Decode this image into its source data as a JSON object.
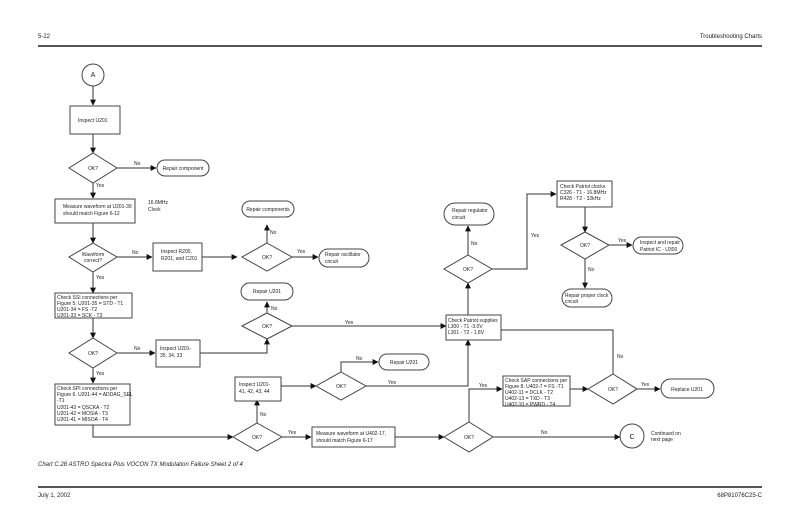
{
  "header": {
    "page_number": "5-22",
    "section_title": "Troubleshooting Charts"
  },
  "caption": "Chart C.28 ASTRO Spectra Plus VOCON TX Modulation Failure Sheet 2 of 4",
  "footer": {
    "date": "July 1, 2002",
    "doc_number": "68P81076C25-C"
  },
  "nodes": {
    "connector_a": "A",
    "inspect_u201": "Inspect U201",
    "ok1": "OK?",
    "repair_component": "Repair component",
    "measure_waveform": [
      "Measure waveform at U201-39",
      "should match Figure 6-12"
    ],
    "clock_note": [
      "16.8MHz",
      "Clock"
    ],
    "waveform_correct": [
      "Waveform",
      "correct?"
    ],
    "inspect_r200": [
      "Inspect R200,",
      "R201, and C201"
    ],
    "ok2": "OK?",
    "repair_components": "Repair components",
    "repair_oscillator": [
      "Repair oscillator",
      "circuit"
    ],
    "check_ssi": [
      "Check SSI connections per",
      "Figure 5. U201-35 = STD - T1",
      "U201-34 = FS -T2",
      "U201-33 = SCK - T3"
    ],
    "ok3": "OK?",
    "inspect_u201_35": [
      "Inspect U201-",
      "35, 34, 33"
    ],
    "ok4": "OK?",
    "repair_u201_a": "Repair U201",
    "check_spi": [
      "Check SPI connections per",
      "Figure 6. U201-44 = ADDAG_SEL",
      "-T1",
      "U201-43 = QSCKA - T2",
      "U201-42 = MOSIA - T3",
      "U201-41 = MISOA - T4"
    ],
    "ok5": "OK?",
    "inspect_u201_41": [
      "Inspect U201-",
      "41, 42, 43, 44"
    ],
    "ok6": "OK?",
    "repair_u201_b": "Repair U201",
    "measure_u402": [
      "Measure waveform at U402-17,",
      "should match Figure 6-17"
    ],
    "ok7": "OK?",
    "connector_c": "C",
    "continued": [
      "Continued on",
      "next page"
    ],
    "check_patriot_supplies": [
      "Check Patriot supplies",
      "L300 - T1 -3.0V",
      "L301 - T2 - 1.8V"
    ],
    "ok8": "OK?",
    "repair_regulator": [
      "Repair regulator",
      "circuit"
    ],
    "check_patriot_clocks": [
      "Check Patriot clocks",
      "C326 - T1 - 16.8MHz",
      "R428 - T2 - 32kHz"
    ],
    "ok9": "OK?",
    "inspect_repair_patriot": [
      "Inspect and repair",
      "Patriot IC - U300"
    ],
    "repair_clock": [
      "Repair proper clock",
      "circuit"
    ],
    "check_sap": [
      "Check SAP connections per",
      "Figure 8. U402-7 = FS -T1",
      "U402-11 = DCLK - T2",
      "U402-13 = TXD - T3",
      "U402-10 = PWRD - T4"
    ],
    "ok10": "OK?",
    "replace_u201": "Replace U201"
  },
  "edge_labels": {
    "yes": "Yes",
    "no": "No"
  }
}
